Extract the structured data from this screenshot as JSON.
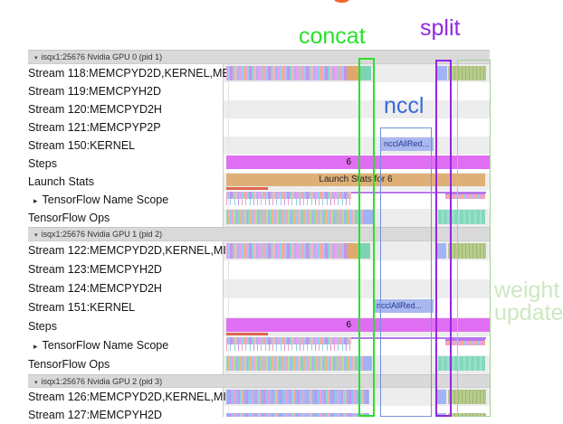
{
  "colors": {
    "concat_green": "#28e228",
    "split_purple": "#9327e2",
    "nccl_blue": "#3a6bd8",
    "weight_update_green": "#cde8c2",
    "steps_magenta": "#e06ef2",
    "launch_stats_tan": "#deb078",
    "nccl_event_fill": "#aab8f0",
    "header_gray": "#d9d9d9",
    "row_alt_gray": "#ededed"
  },
  "annotations": {
    "concat": "concat",
    "split": "split",
    "nccl": "nccl",
    "weight_update_line1": "weight",
    "weight_update_line2": "update"
  },
  "panel": {
    "sections": [
      {
        "header": "isqx1:25676 Nvidia GPU 0 (pid 1)",
        "rows": [
          {
            "label": "Stream 118:MEMCPYD2D,KERNEL,ME"
          },
          {
            "label": "Stream 119:MEMCPYH2D"
          },
          {
            "label": "Stream 120:MEMCPYD2H"
          },
          {
            "label": "Stream 121:MEMCPYP2P"
          },
          {
            "label": "Stream 150:KERNEL"
          },
          {
            "label": "Steps"
          },
          {
            "label": "Launch Stats"
          },
          {
            "label": "TensorFlow Name Scope"
          },
          {
            "label": "TensorFlow Ops"
          }
        ],
        "events": {
          "nccl_kernel": "ncclAllRed...",
          "step_number": "6",
          "launch_stats": "Launch Stats for 6"
        }
      },
      {
        "header": "isqx1:25676 Nvidia GPU 1 (pid 2)",
        "rows": [
          {
            "label": "Stream 122:MEMCPYD2D,KERNEL,MI"
          },
          {
            "label": "Stream 123:MEMCPYH2D"
          },
          {
            "label": "Stream 124:MEMCPYD2H"
          },
          {
            "label": "Stream 151:KERNEL"
          },
          {
            "label": "Steps"
          },
          {
            "label": "TensorFlow Name Scope"
          },
          {
            "label": "TensorFlow Ops"
          }
        ],
        "events": {
          "nccl_kernel": "ncclAllRed...",
          "step_number": "6"
        }
      },
      {
        "header": "isqx1:25676 Nvidia GPU 2 (pid 3)",
        "rows": [
          {
            "label": "Stream 126:MEMCPYD2D,KERNEL,MI"
          },
          {
            "label": "Stream 127:MEMCPYH2D"
          }
        ]
      }
    ]
  }
}
